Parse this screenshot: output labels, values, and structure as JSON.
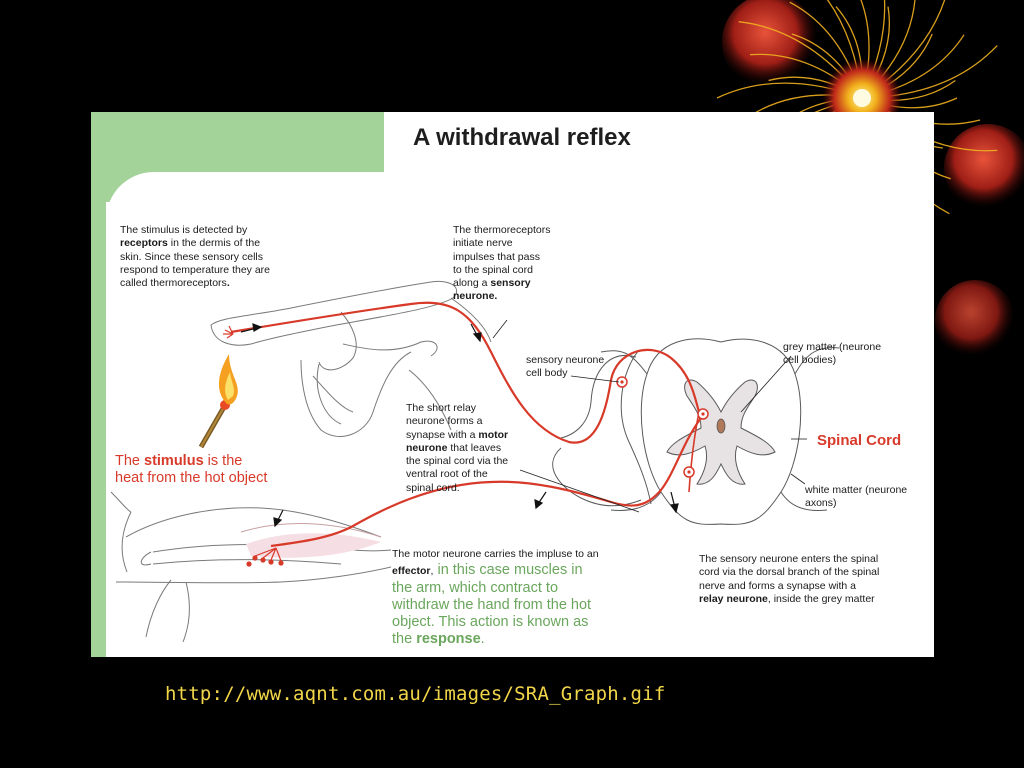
{
  "slide": {
    "background": "#000000",
    "accent": "#f2d64a",
    "source_url": "http://www.aqnt.com.au/images/SRA_Graph.gif"
  },
  "diagram": {
    "title": "A withdrawal reflex",
    "colors": {
      "nerve": "#d83a2a",
      "tab": "#a4d39a",
      "matter": "#e7e2e3"
    },
    "stimulus_detect": {
      "l1": "The stimulus is detected by",
      "l2_bold": "receptors",
      "l2_rest": " in the dermis of the",
      "l3": "skin. Since these sensory cells",
      "l4": "respond to temperature they are",
      "l5": "called thermoreceptors",
      "l5_end": "."
    },
    "thermo": {
      "l1": "The thermoreceptors",
      "l2": "initiate nerve",
      "l3": "impulses that pass",
      "l4": "to the spinal cord",
      "l5": "along a ",
      "l5_bold": "sensory",
      "l6_bold": "neurone",
      "l6_end": "."
    },
    "cell_body": {
      "l1": "sensory neurone",
      "l2": "cell body"
    },
    "grey_matter": {
      "l1": "grey matter (neurone",
      "l2": "cell bodies)"
    },
    "spinal_cord": "Spinal Cord",
    "white_matter": {
      "l1": "white matter (neurone",
      "l2": "axons)"
    },
    "relay": {
      "l1": "The short relay",
      "l2": "neurone forms a",
      "l3": "synapse with a ",
      "l3_bold": "motor",
      "l4_bold": "neurone",
      "l4_rest": "  that leaves",
      "l5": "the spinal cord via the",
      "l6": "ventral root of the",
      "l7": "spinal cord."
    },
    "stimulus_heat": {
      "pre": "The ",
      "bold": "stimulus",
      "post": " is the",
      "l2": "heat from the hot object"
    },
    "motor": {
      "l1": "The motor neurone carries the impluse to an",
      "l2_bold": "effector",
      "l2_comma": ",",
      "l2_rest": " in this case muscles in",
      "l3": "the arm, which contract to",
      "l4": "withdraw the hand from the hot",
      "l5": "object. This action is known as",
      "l6_pre": "the ",
      "l6_bold": "response",
      "l6_end": "."
    },
    "sensory_enters": {
      "l1": "The sensory neurone enters the spinal",
      "l2": "cord via the dorsal branch of the spinal",
      "l3": "nerve and forms a synapse with a",
      "l4_bold": "relay neurone",
      "l4_rest": ", inside the grey matter"
    }
  }
}
